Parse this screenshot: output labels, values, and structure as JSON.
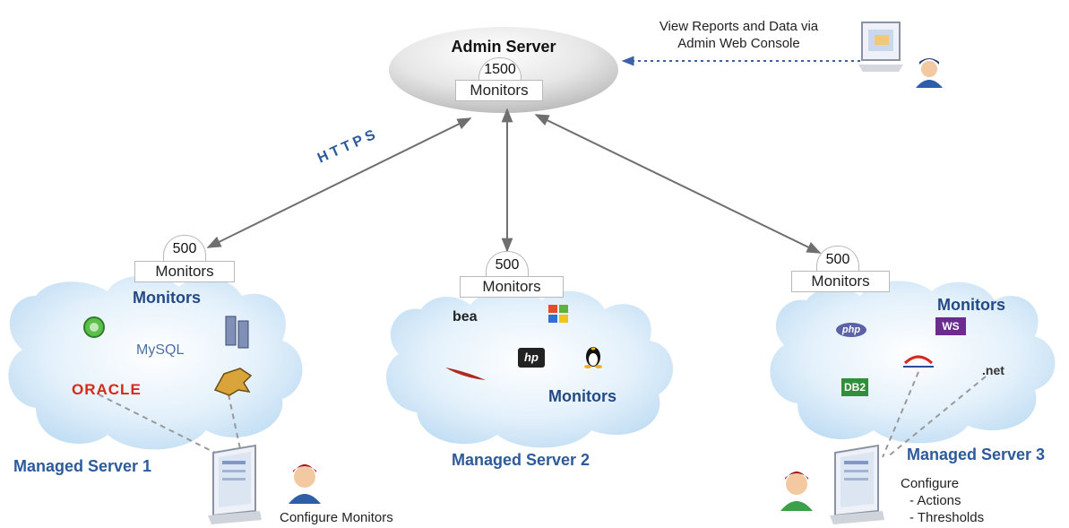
{
  "admin": {
    "title": "Admin Server",
    "count": "1500",
    "count_label": "Monitors"
  },
  "console_note": {
    "line1": "View Reports and Data via",
    "line2": "Admin Web Console"
  },
  "https_label": "HTTPS",
  "servers": [
    {
      "name": "Managed Server 1",
      "count": "500",
      "count_label": "Monitors",
      "cloud_label": "Monitors",
      "logos": [
        "MySQL",
        "ORACLE"
      ],
      "caption": "Configure Monitors"
    },
    {
      "name": "Managed Server 2",
      "count": "500",
      "count_label": "Monitors",
      "cloud_label": "Monitors",
      "logos": [
        "bea",
        "hp"
      ]
    },
    {
      "name": "Managed Server 3",
      "count": "500",
      "count_label": "Monitors",
      "cloud_label": "Monitors",
      "logos": [
        "php",
        "WS",
        "DB2",
        ".net"
      ],
      "caption_lines": [
        "Configure",
        "- Actions",
        "- Thresholds"
      ]
    }
  ],
  "colors": {
    "cloud": "#cfe6f7",
    "title": "#234a86",
    "arrow": "#6f6f6f",
    "dotted": "#3b5fa8"
  }
}
